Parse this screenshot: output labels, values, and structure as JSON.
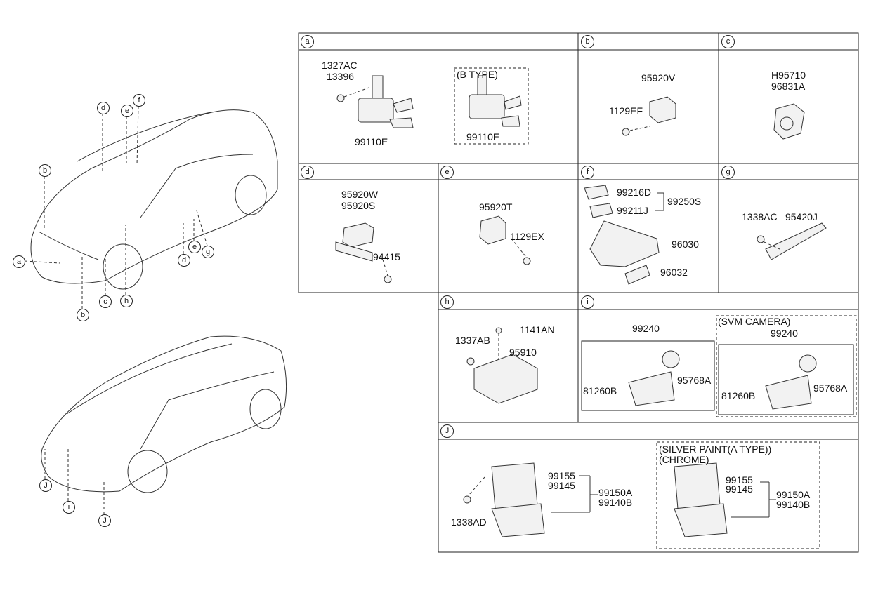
{
  "sections": {
    "a": {
      "tag": "a",
      "labels": {
        "p1": "1327AC",
        "p2": "13396",
        "p3": "99110E",
        "btype": "(B TYPE)",
        "p4": "99110E"
      }
    },
    "b": {
      "tag": "b",
      "labels": {
        "p1": "95920V",
        "p2": "1129EF"
      }
    },
    "c": {
      "tag": "c",
      "labels": {
        "p1": "H95710",
        "p2": "96831A"
      }
    },
    "d": {
      "tag": "d",
      "labels": {
        "p1": "95920W",
        "p2": "95920S",
        "p3": "94415"
      }
    },
    "e": {
      "tag": "e",
      "labels": {
        "p1": "95920T",
        "p2": "1129EX"
      }
    },
    "f": {
      "tag": "f",
      "labels": {
        "p1": "99216D",
        "p2": "99211J",
        "p3": "99250S",
        "p4": "96030",
        "p5": "96032"
      }
    },
    "g": {
      "tag": "g",
      "labels": {
        "p1": "1338AC",
        "p2": "95420J"
      }
    },
    "h": {
      "tag": "h",
      "labels": {
        "p1": "1141AN",
        "p2": "1337AB",
        "p3": "95910"
      }
    },
    "i": {
      "tag": "i",
      "labels": {
        "p1": "99240",
        "p2": "95768A",
        "p3": "81260B",
        "svm": "(SVM CAMERA)",
        "p4": "99240",
        "p5": "95768A",
        "p6": "81260B"
      }
    },
    "j": {
      "tag": "J",
      "labels": {
        "p1": "99155",
        "p2": "99145",
        "p3": "99150A",
        "p4": "99140B",
        "p5": "1338AD",
        "silver": "(SILVER PAINT(A TYPE))",
        "chrome": "(CHROME)",
        "p6": "99155",
        "p7": "99145",
        "p8": "99150A",
        "p9": "99140B"
      }
    }
  },
  "callouts_front": [
    "d",
    "e",
    "f",
    "b",
    "a",
    "b",
    "c",
    "h",
    "d",
    "e",
    "g"
  ],
  "callouts_rear": [
    "J",
    "i",
    "J"
  ]
}
